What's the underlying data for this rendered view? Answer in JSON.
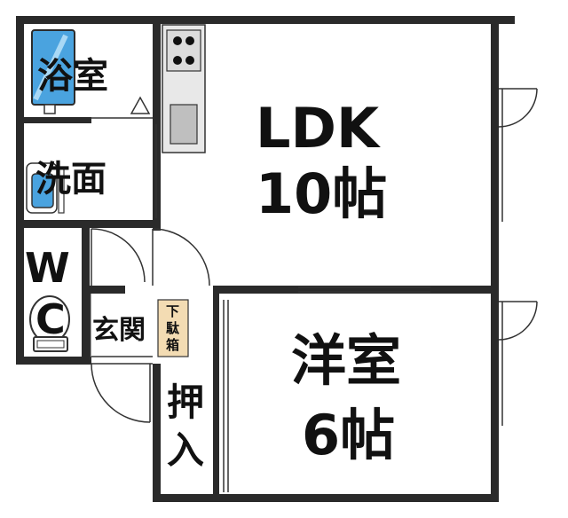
{
  "rooms": {
    "ldk_line1": "LDK",
    "ldk_line2": "10帖",
    "western_line1": "洋室",
    "western_line2": "6帖",
    "bath": "浴室",
    "washroom": "洗面",
    "wc_w": "W",
    "wc_c": "C",
    "entrance": "玄関",
    "shoe_box": [
      "下",
      "駄",
      "箱"
    ],
    "closet": [
      "押",
      "入"
    ]
  },
  "colors": {
    "wall": "#2a2a2a",
    "water": "#4aa3df",
    "shoe_box": "#f3dcb3"
  }
}
